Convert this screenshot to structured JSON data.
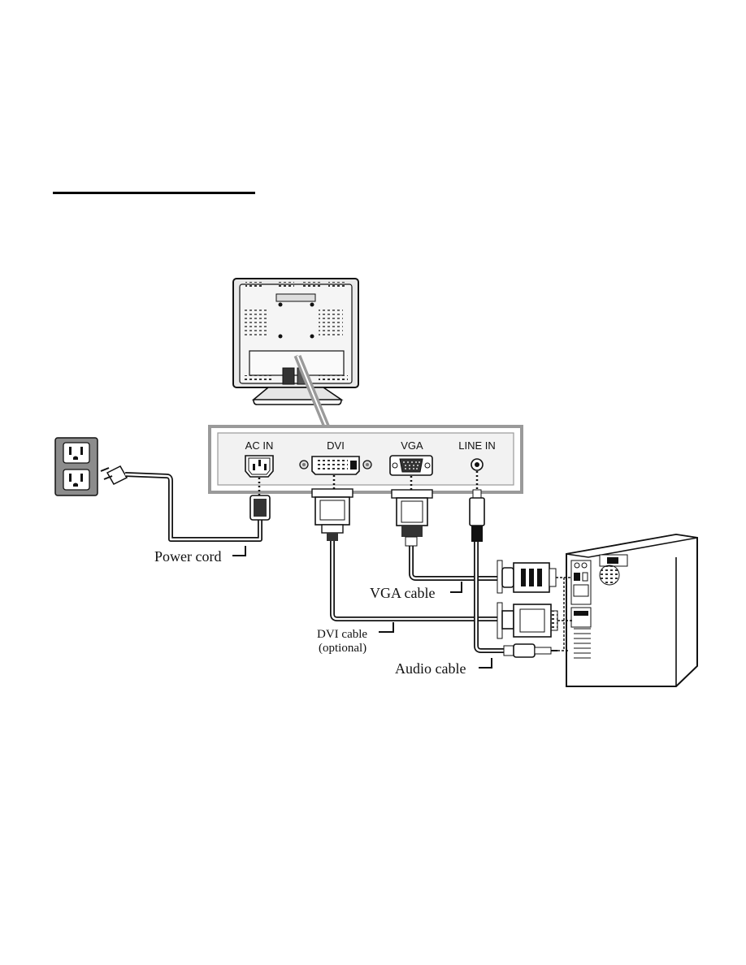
{
  "ports": {
    "ac_in": "AC IN",
    "dvi": "DVI",
    "vga": "VGA",
    "line_in": "LINE IN"
  },
  "cables": {
    "power": "Power cord",
    "vga": "VGA cable",
    "dvi_line1": "DVI cable",
    "dvi_line2": "(optional)",
    "audio": "Audio cable"
  },
  "colors": {
    "panel_fill": "#f2f2f2",
    "panel_border": "#9a9a9a",
    "outlet_fill": "#8c8c8c",
    "line": "#111111"
  }
}
